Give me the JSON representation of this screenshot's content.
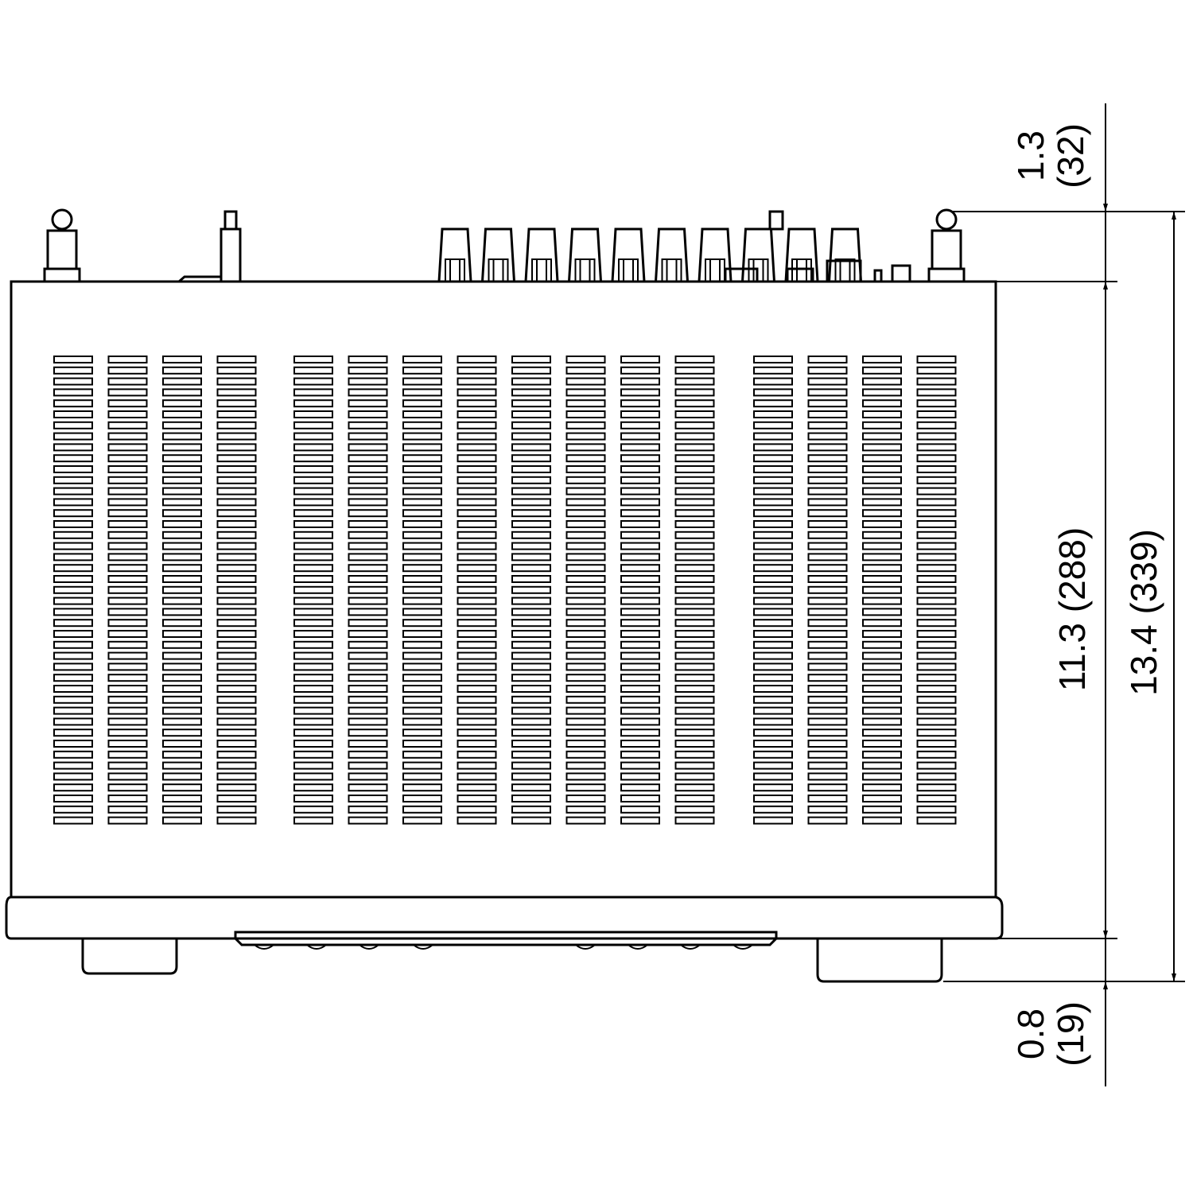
{
  "dimensions": {
    "top_rear": {
      "inch": "1.3",
      "mm": "(32)"
    },
    "body_depth": {
      "label": "11.3 (288)"
    },
    "total_depth": {
      "label": "13.4 (339)"
    },
    "front_knob": {
      "inch": "0.8",
      "mm": "(19)"
    }
  },
  "vents": {
    "slot_rows": 43,
    "groups": [
      4,
      8,
      4
    ]
  },
  "colors": {
    "line": "#000000",
    "background": "#ffffff"
  }
}
